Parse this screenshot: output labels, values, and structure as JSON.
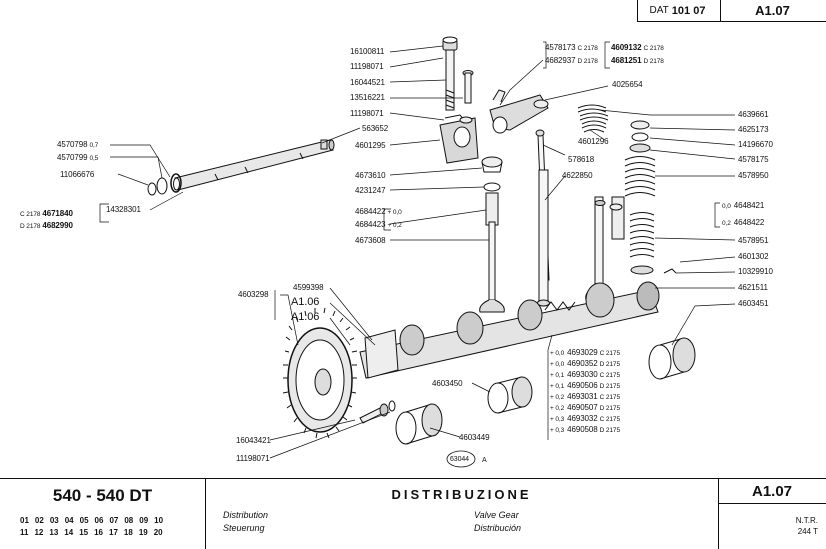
{
  "header": {
    "dat_prefix": "DAT",
    "dat_number": "101 07",
    "page_code": "A1.07"
  },
  "labels": {
    "p16100811": "16100811",
    "p11198071a": "11198071",
    "p16044521": "16044521",
    "p13516221": "13516221",
    "p11198071b": "11198071",
    "p563652": "563652",
    "p4601295a": "4601295",
    "p4673610": "4673610",
    "p4231247": "4231247",
    "p4684422": "4684422",
    "p4684422_suf": "+ 0,0",
    "p4684423": "4684423",
    "p4684423_suf": "+ 0,2",
    "p4673608": "4673608",
    "p4570798": "4570798",
    "p4570798_suf": "0,7",
    "p4570799": "4570799",
    "p4570799_suf": "0,5",
    "p11066676": "11066676",
    "p14328301": "14328301",
    "p4671840_pre": "C 2178",
    "p4671840": "4671840",
    "p4682990_pre": "D 2178",
    "p4682990": "4682990",
    "p4578173": "4578173",
    "p4578173_suf": "C 2178",
    "p4682937": "4682937",
    "p4682937_suf": "D 2178",
    "p4609132": "4609132",
    "p4609132_suf": "C 2178",
    "p4681251": "4681251",
    "p4681251_suf": "D 2178",
    "p4025654": "4025654",
    "p4601296": "4601296",
    "p578618": "578618",
    "p4622850": "4622850",
    "p4639661": "4639661",
    "p4625173": "4625173",
    "p14196670": "14196670",
    "p4578175": "4578175",
    "p4578950": "4578950",
    "p4648421_pre": "0,0",
    "p4648421": "4648421",
    "p4648422_pre": "0,2",
    "p4648422": "4648422",
    "p4578951": "4578951",
    "p4601302": "4601302",
    "p10329910": "10329910",
    "p4621511": "4621511",
    "p4603451": "4603451",
    "p4603298": "4603298",
    "p4599398": "4599398",
    "ref_a106a": "A1.06",
    "ref_a106b": "A1.06",
    "p4603450": "4603450",
    "p4603449": "4603449",
    "p16043421": "16043421",
    "p11198071c": "11198071",
    "figure_no": "63044",
    "figure_suffix": "A"
  },
  "bearings": [
    {
      "pre": "+ 0,0",
      "code": "4693029",
      "suf": "C 2175"
    },
    {
      "pre": "+ 0,0",
      "code": "4690352",
      "suf": "D 2175"
    },
    {
      "pre": "+ 0,1",
      "code": "4693030",
      "suf": "C 2175"
    },
    {
      "pre": "+ 0,1",
      "code": "4690506",
      "suf": "D 2175"
    },
    {
      "pre": "+ 0,2",
      "code": "4693031",
      "suf": "C 2175"
    },
    {
      "pre": "+ 0,2",
      "code": "4690507",
      "suf": "D 2175"
    },
    {
      "pre": "+ 0,3",
      "code": "4693032",
      "suf": "C 2175"
    },
    {
      "pre": "+ 0,3",
      "code": "4690508",
      "suf": "D 2175"
    }
  ],
  "footer": {
    "model": "540 - 540 DT",
    "row1": [
      "01",
      "02",
      "03",
      "04",
      "05",
      "06",
      "07",
      "08",
      "09",
      "10"
    ],
    "row2": [
      "11",
      "12",
      "13",
      "14",
      "15",
      "16",
      "17",
      "18",
      "19",
      "20"
    ],
    "title": "DISTRIBUZIONE",
    "lang_fr": "Distribution",
    "lang_de": "Steuerung",
    "lang_en": "Valve Gear",
    "lang_es": "Distribución",
    "code": "A1.07",
    "ntr": "N.T.R.",
    "ntr_val": "244 T"
  }
}
